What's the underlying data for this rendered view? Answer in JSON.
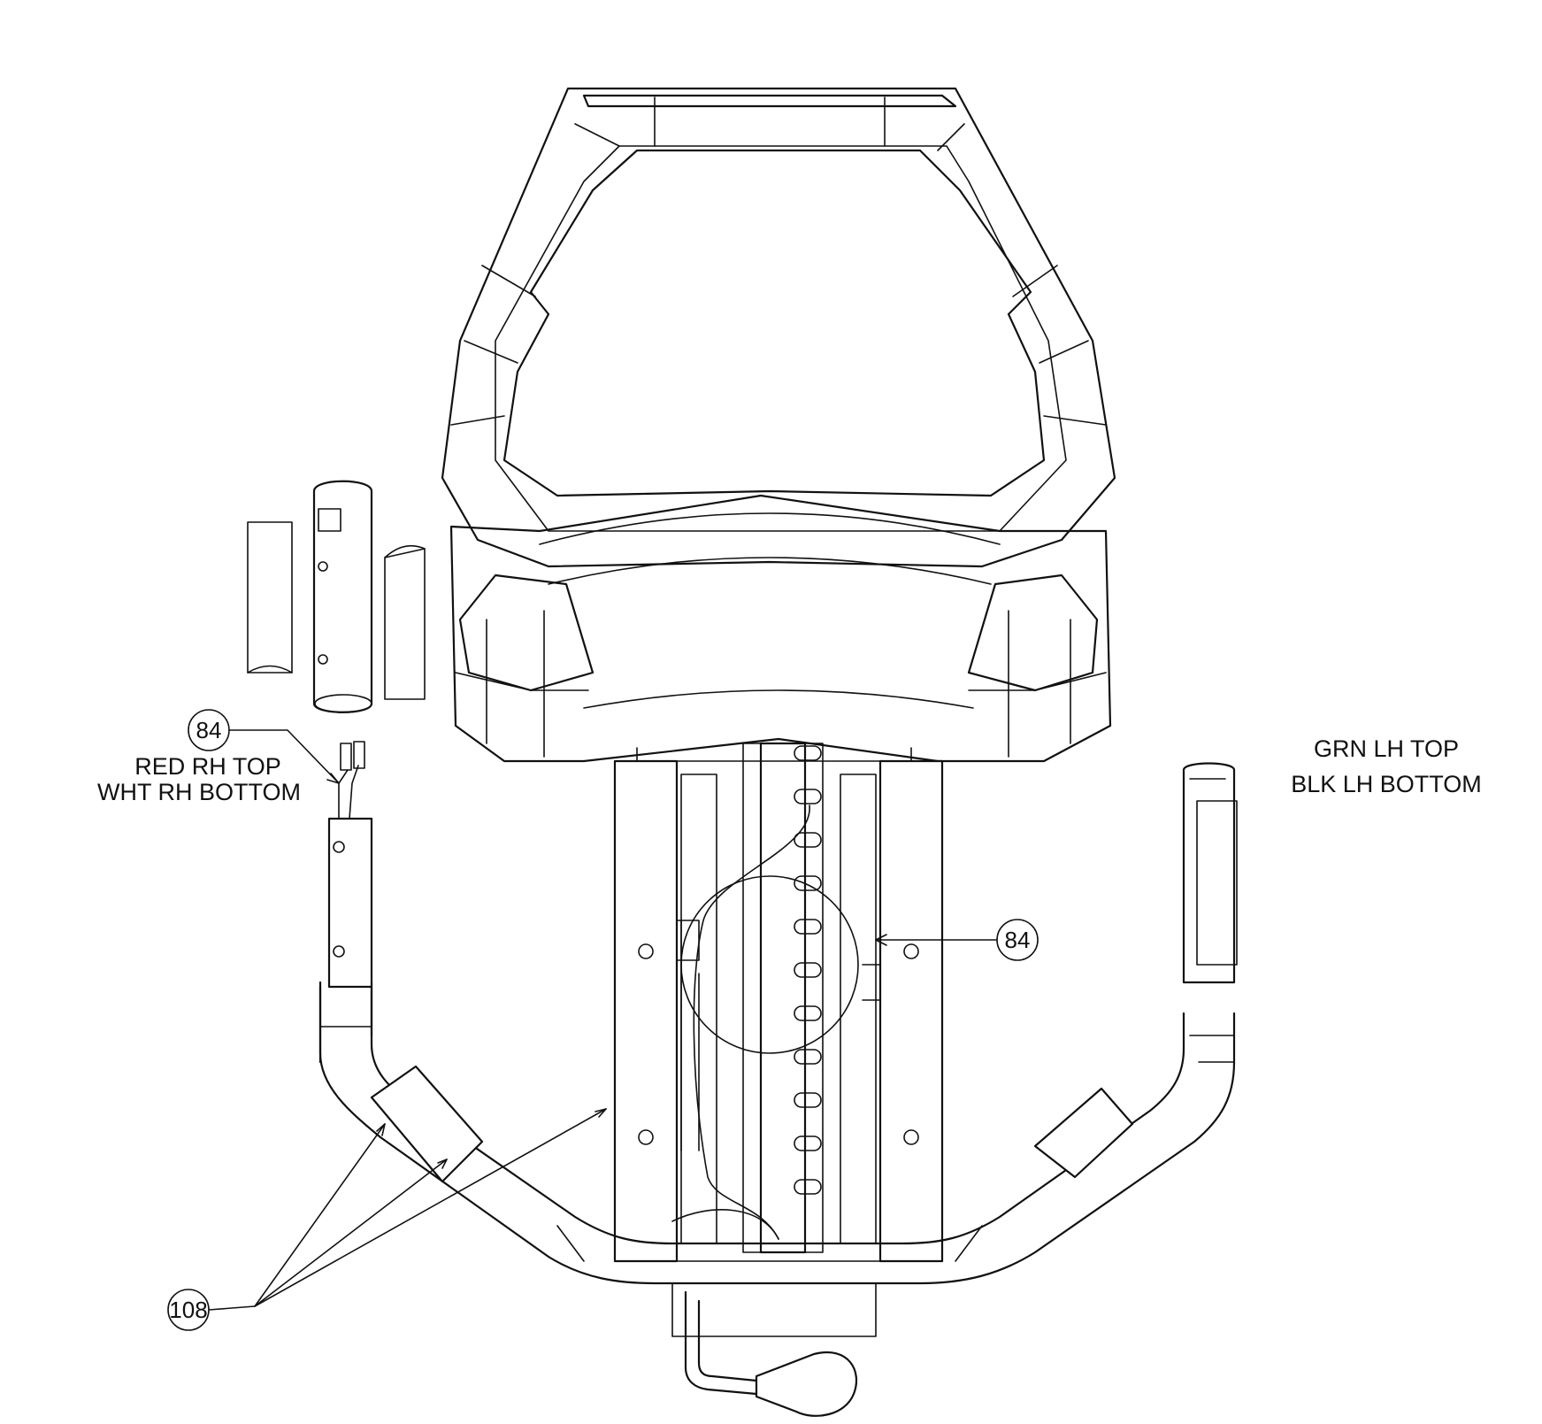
{
  "callouts": {
    "wire_connector": "84",
    "sensor": "84",
    "grip": "108"
  },
  "notes": {
    "rh_top": "RED RH TOP",
    "rh_bottom": "WHT RH BOTTOM",
    "lh_top": "GRN LH TOP",
    "lh_bottom": "BLK LH BOTTOM"
  }
}
